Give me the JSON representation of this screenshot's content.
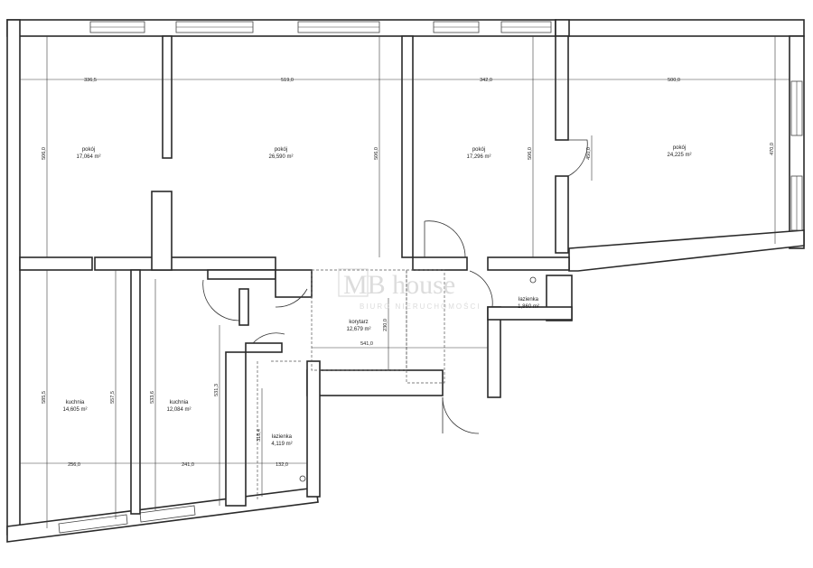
{
  "rooms": [
    {
      "name": "pokój",
      "area": "17,064 m²"
    },
    {
      "name": "pokój",
      "area": "26,590 m²"
    },
    {
      "name": "pokój",
      "area": "17,296 m²"
    },
    {
      "name": "pokój",
      "area": "24,225 m²"
    },
    {
      "name": "łazienka",
      "area": "1,860 m²"
    },
    {
      "name": "korytarz",
      "area": "12,679 m²"
    },
    {
      "name": "kuchnia",
      "area": "14,605 m²"
    },
    {
      "name": "kuchnia",
      "area": "12,084 m²"
    },
    {
      "name": "łazienka",
      "area": "4,119 m²"
    }
  ],
  "dimensions": {
    "top_row": [
      "336,5",
      "519,0",
      "342,0",
      "500,0"
    ],
    "top_vertical": [
      "506,0",
      "506,0",
      "506,0",
      "450,0",
      "470,0"
    ],
    "corridor_horizontal": "541,0",
    "corridor_vertical": "230,0",
    "bottom_row": [
      "256,0",
      "241,0",
      "132,0"
    ],
    "bottom_vertical": [
      "585,5",
      "557,5",
      "533,6",
      "531,3",
      "318,4"
    ]
  },
  "watermark": {
    "main": "MB house",
    "sub": "BIURO NIERUCHOMOŚCI"
  }
}
